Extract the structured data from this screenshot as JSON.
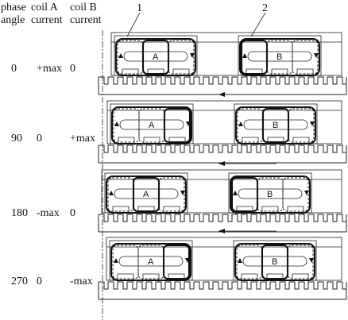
{
  "headers": {
    "phase": [
      "phase",
      "angle"
    ],
    "coilA": [
      "coil A",
      "current"
    ],
    "coilB": [
      "coil B",
      "current"
    ]
  },
  "callouts": [
    "1",
    "2"
  ],
  "rows": [
    {
      "angle": "0",
      "coilA": "+max",
      "coilB": "0",
      "labelA": "A",
      "labelB": "B"
    },
    {
      "angle": "90",
      "coilA": "0",
      "coilB": "+max",
      "labelA": "A",
      "labelB": "B"
    },
    {
      "angle": "180",
      "coilA": "-max",
      "coilB": "0",
      "labelA": "A",
      "labelB": "B"
    },
    {
      "angle": "270",
      "coilA": "0",
      "coilB": "-max",
      "labelA": "A",
      "labelB": "B"
    }
  ]
}
